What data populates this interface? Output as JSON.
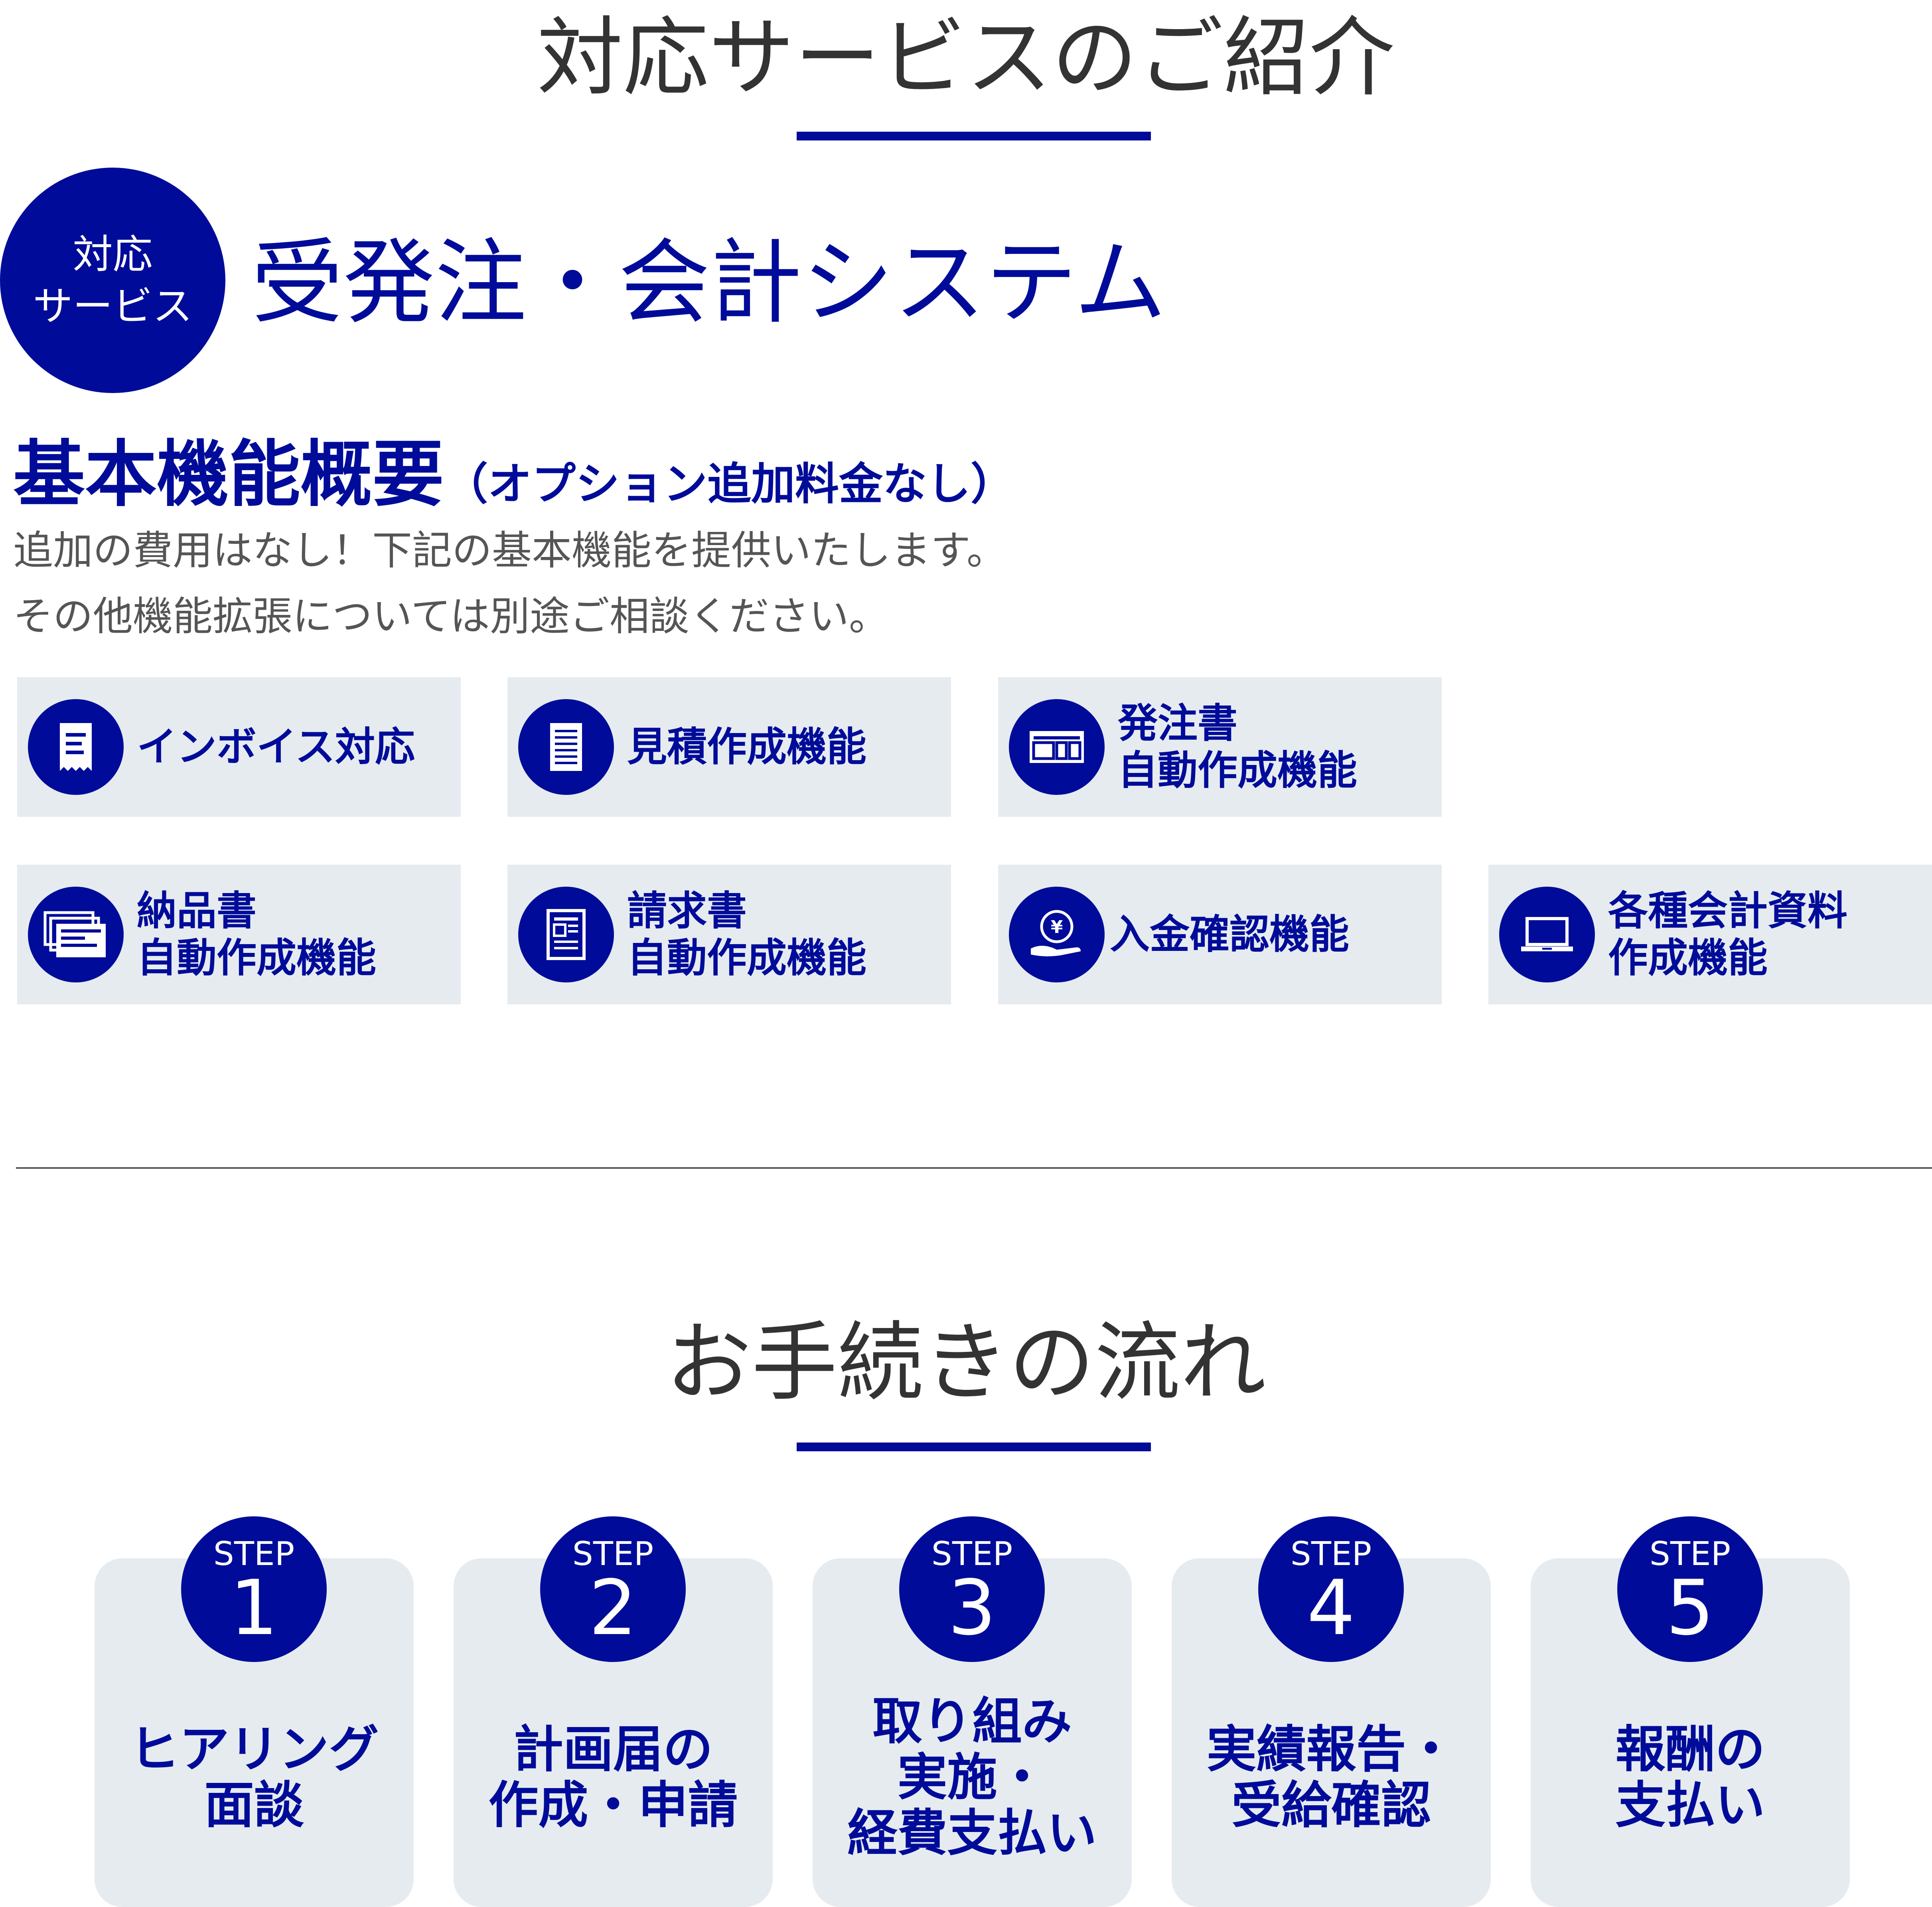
{
  "service_intro": {
    "title": "対応サービスのご紹介",
    "badge_line1": "対応",
    "badge_line2": "サービス",
    "service_name": "受発注・会計システム",
    "features_heading_main": "基本機能概要",
    "features_heading_sub": "（オプション追加料金なし）",
    "desc_line1": "追加の費用はなし！下記の基本機能を提供いたします。",
    "desc_line2": "その他機能拡張については別途ご相談ください。",
    "features": [
      {
        "line1": "インボイス対応",
        "line2": "",
        "icon": "receipt-icon"
      },
      {
        "line1": "見積作成機能",
        "line2": "",
        "icon": "document-icon"
      },
      {
        "line1": "発注書",
        "line2": "自動作成機能",
        "icon": "order-form-icon"
      },
      {
        "line1": "納品書",
        "line2": "自動作成機能",
        "icon": "delivery-slip-icon"
      },
      {
        "line1": "請求書",
        "line2": "自動作成機能",
        "icon": "invoice-icon"
      },
      {
        "line1": "入金確認機能",
        "line2": "",
        "icon": "yen-coin-hand-icon"
      },
      {
        "line1": "各種会計資料",
        "line2": "作成機能",
        "icon": "laptop-icon"
      }
    ]
  },
  "procedure": {
    "title": "お手続きの流れ",
    "steps": [
      {
        "label": "STEP",
        "number": "1",
        "lines": [
          "ヒアリング",
          "面談"
        ]
      },
      {
        "label": "STEP",
        "number": "2",
        "lines": [
          "計画届の",
          "作成・申請"
        ]
      },
      {
        "label": "STEP",
        "number": "3",
        "lines": [
          "取り組み",
          "実施・",
          "経費支払い"
        ]
      },
      {
        "label": "STEP",
        "number": "4",
        "lines": [
          "実績報告・",
          "受給確認"
        ]
      },
      {
        "label": "STEP",
        "number": "5",
        "lines": [
          "報酬の",
          "支払い"
        ]
      }
    ]
  },
  "colors": {
    "accent": "#000c99",
    "card_bg": "#e6ebf0",
    "heading_text": "#333333",
    "body_text": "#555555"
  }
}
